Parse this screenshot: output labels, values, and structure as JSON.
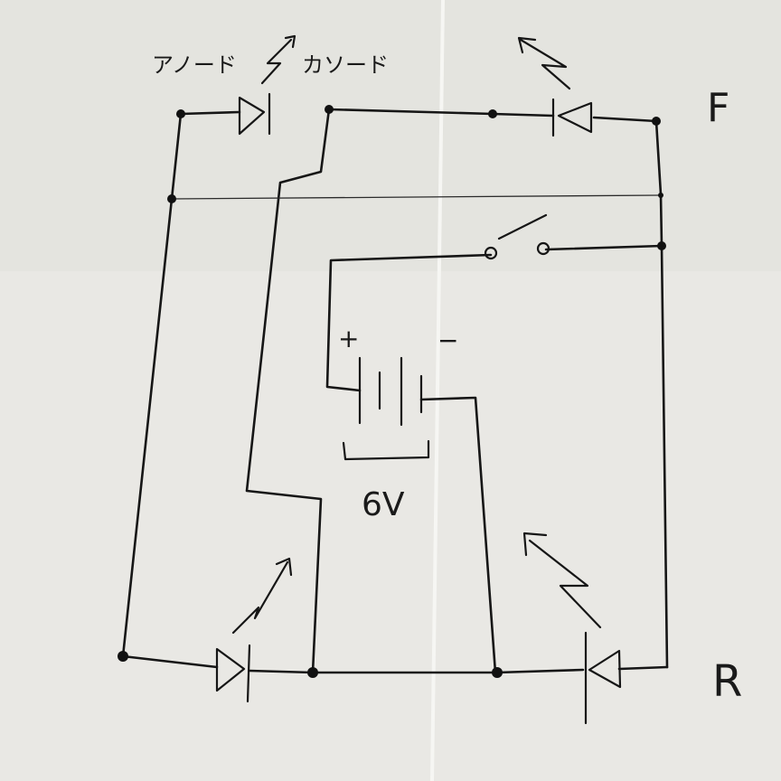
{
  "labels": {
    "anode": "アノード",
    "cathode": "カソード",
    "plus": "+",
    "minus": "−",
    "voltage": "6V",
    "front": "F",
    "rear": "R"
  },
  "colors": {
    "paper": "#e9e8e4",
    "ink": "#161616"
  },
  "components": {
    "leds": [
      "led-top-left",
      "led-top-right",
      "led-bottom-left",
      "led-bottom-right"
    ],
    "battery": "battery-6v",
    "switch": "switch"
  }
}
